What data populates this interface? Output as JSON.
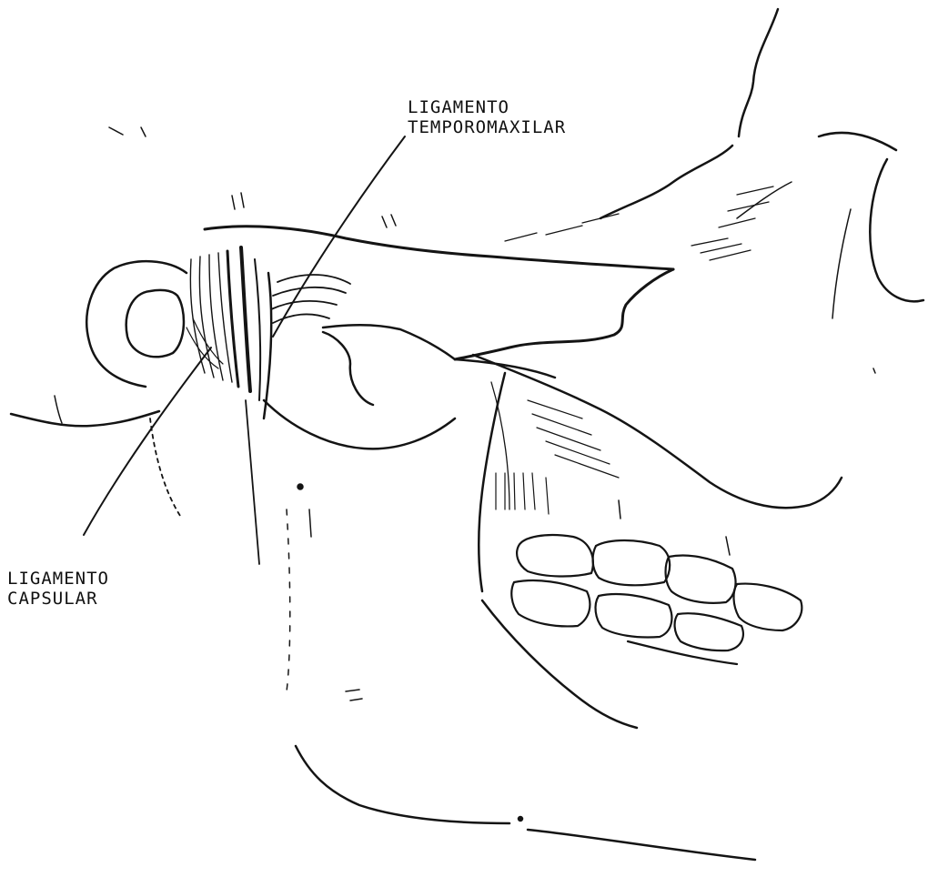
{
  "labels": {
    "temporomaxilar": {
      "line1": "LIGAMENTO",
      "line2": "TEMPOROMAXILAR"
    },
    "capsular": {
      "line1": "LIGAMENTO",
      "line2": "CAPSULAR"
    }
  }
}
